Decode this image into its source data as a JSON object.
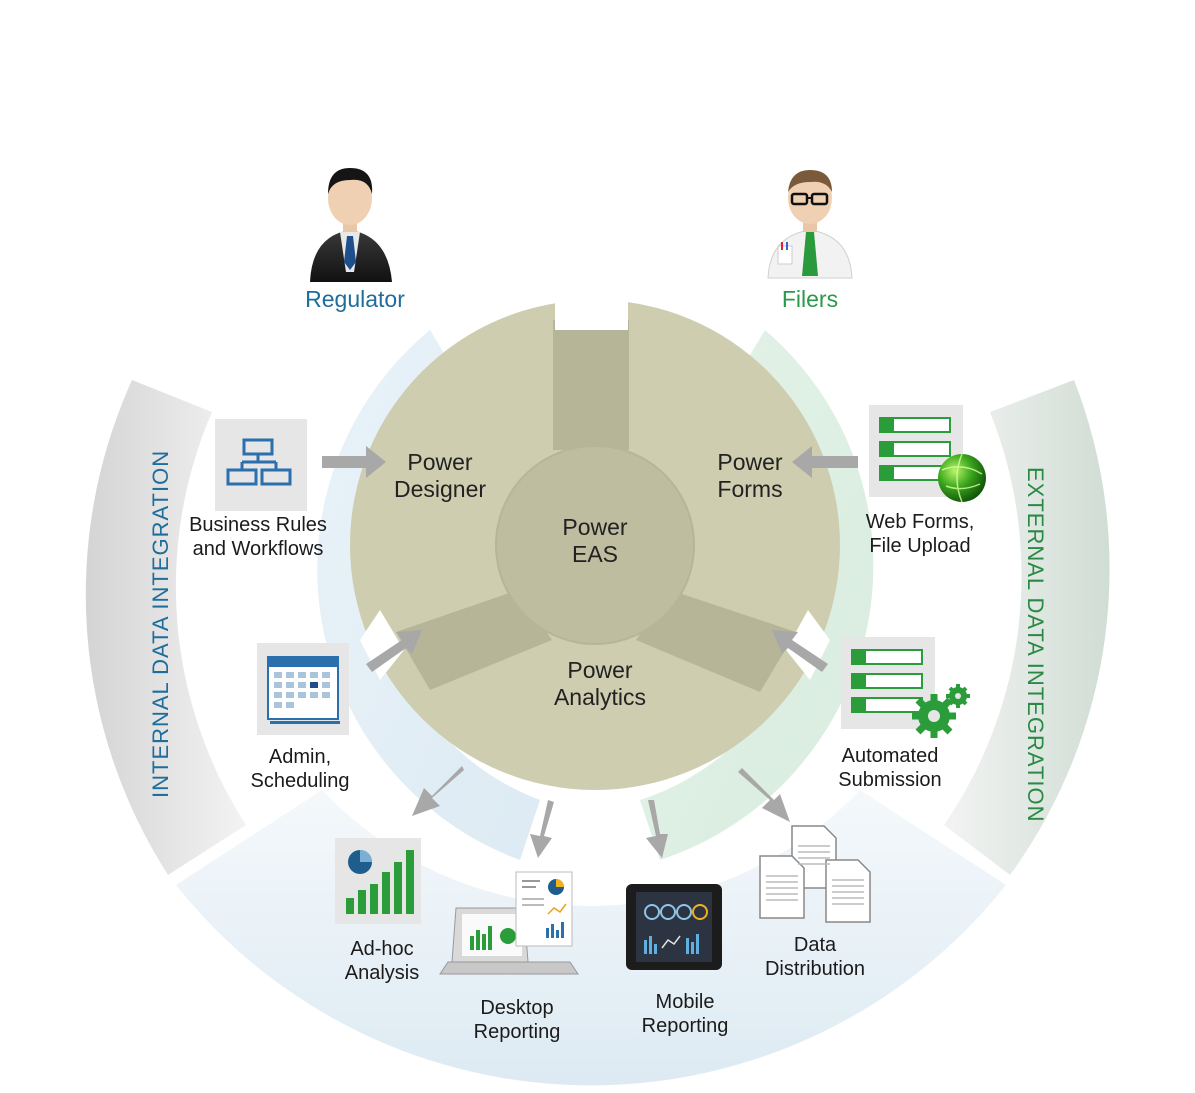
{
  "roles": {
    "regulator": "Regulator",
    "filers": "Filers"
  },
  "core": {
    "center": "Power\nEAS",
    "designer": "Power\nDesigner",
    "forms": "Power\nForms",
    "analytics": "Power\nAnalytics"
  },
  "bands": {
    "internal": "INTERNAL DATA INTEGRATION",
    "external": "EXTERNAL DATA INTEGRATION"
  },
  "items": {
    "business_rules": "Business Rules\nand Workflows",
    "admin": "Admin,\nScheduling",
    "web_forms": "Web Forms,\nFile Upload",
    "automated": "Automated\nSubmission",
    "adhoc": "Ad-hoc\nAnalysis",
    "desktop": "Desktop\nReporting",
    "mobile": "Mobile\nReporting",
    "distribution": "Data\nDistribution"
  },
  "colors": {
    "regulator_text": "#1f6d9c",
    "filers_text": "#2a9a4a",
    "internal_text": "#1f6d9c",
    "external_text": "#2a8a44",
    "wheel": "#cfcdb0",
    "wheel_dark": "#b4b294",
    "arrow": "#a8a8a8",
    "icon_blue": "#2b6fad",
    "icon_green": "#2a9d3a"
  }
}
